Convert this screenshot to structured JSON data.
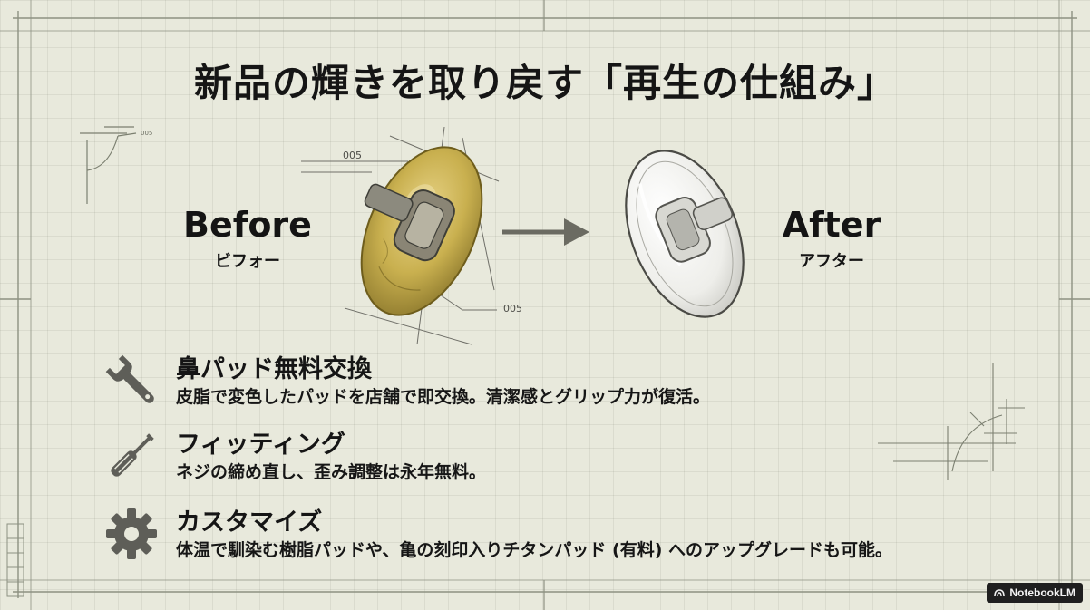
{
  "title": "新品の輝きを取り戻す「再生の仕組み」",
  "before": {
    "label": "Before",
    "sub": "ビフォー"
  },
  "after": {
    "label": "After",
    "sub": "アフター"
  },
  "drawing_annotations": {
    "dim_top": "005",
    "dim_bottom": "005",
    "dim_corner": "005"
  },
  "features": [
    {
      "icon": "wrench-icon",
      "title": "鼻パッド無料交換",
      "desc": "皮脂で変色したパッドを店舗で即交換。清潔感とグリップ力が復活。"
    },
    {
      "icon": "screwdriver-icon",
      "title": "フィッティング",
      "desc": "ネジの締め直し、歪み調整は永年無料。"
    },
    {
      "icon": "gear-icon",
      "title": "カスタマイズ",
      "desc": "体温で馴染む樹脂パッドや、亀の刻印入りチタンパッド (有料) へのアップグレードも可能。"
    }
  ],
  "watermark": "NotebookLM",
  "colors": {
    "background": "#e8e9dc",
    "icon": "#5e5e58",
    "arrow": "#6b6b62",
    "old_pad": "#c9b04f"
  }
}
